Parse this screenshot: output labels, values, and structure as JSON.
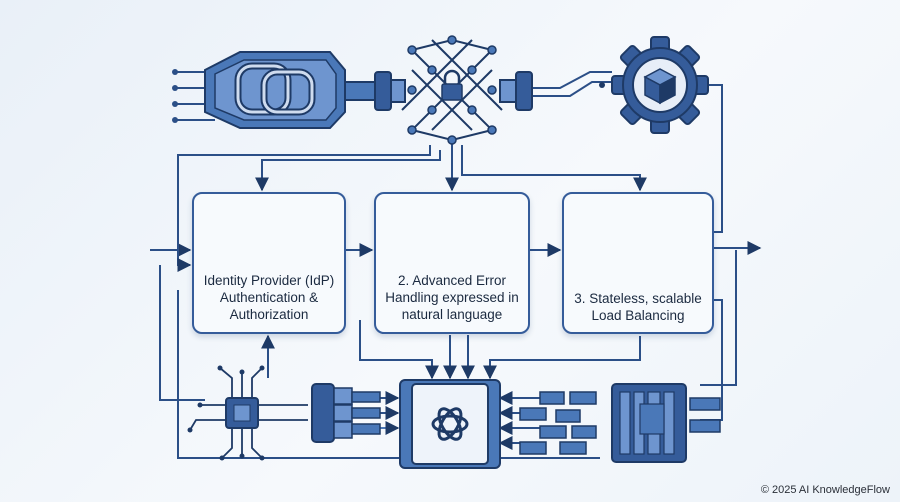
{
  "cards": [
    {
      "line1": "Identity Provider (IdP)",
      "line2": "Authentication &",
      "line3": "Authorization"
    },
    {
      "line1": "2. Advanced Error",
      "line2a": "Handling",
      "line2b": " expressed in",
      "line3": "natural language"
    },
    {
      "line1": "3. Stateless, scalable",
      "line2": "Load Balancing"
    }
  ],
  "footer": {
    "credit": "© 2025 AI KnowledgeFlow"
  },
  "colors": {
    "primary": "#355c9a",
    "dark": "#1e3a66",
    "light": "#6e95cf",
    "accent": "#4a78b8"
  }
}
